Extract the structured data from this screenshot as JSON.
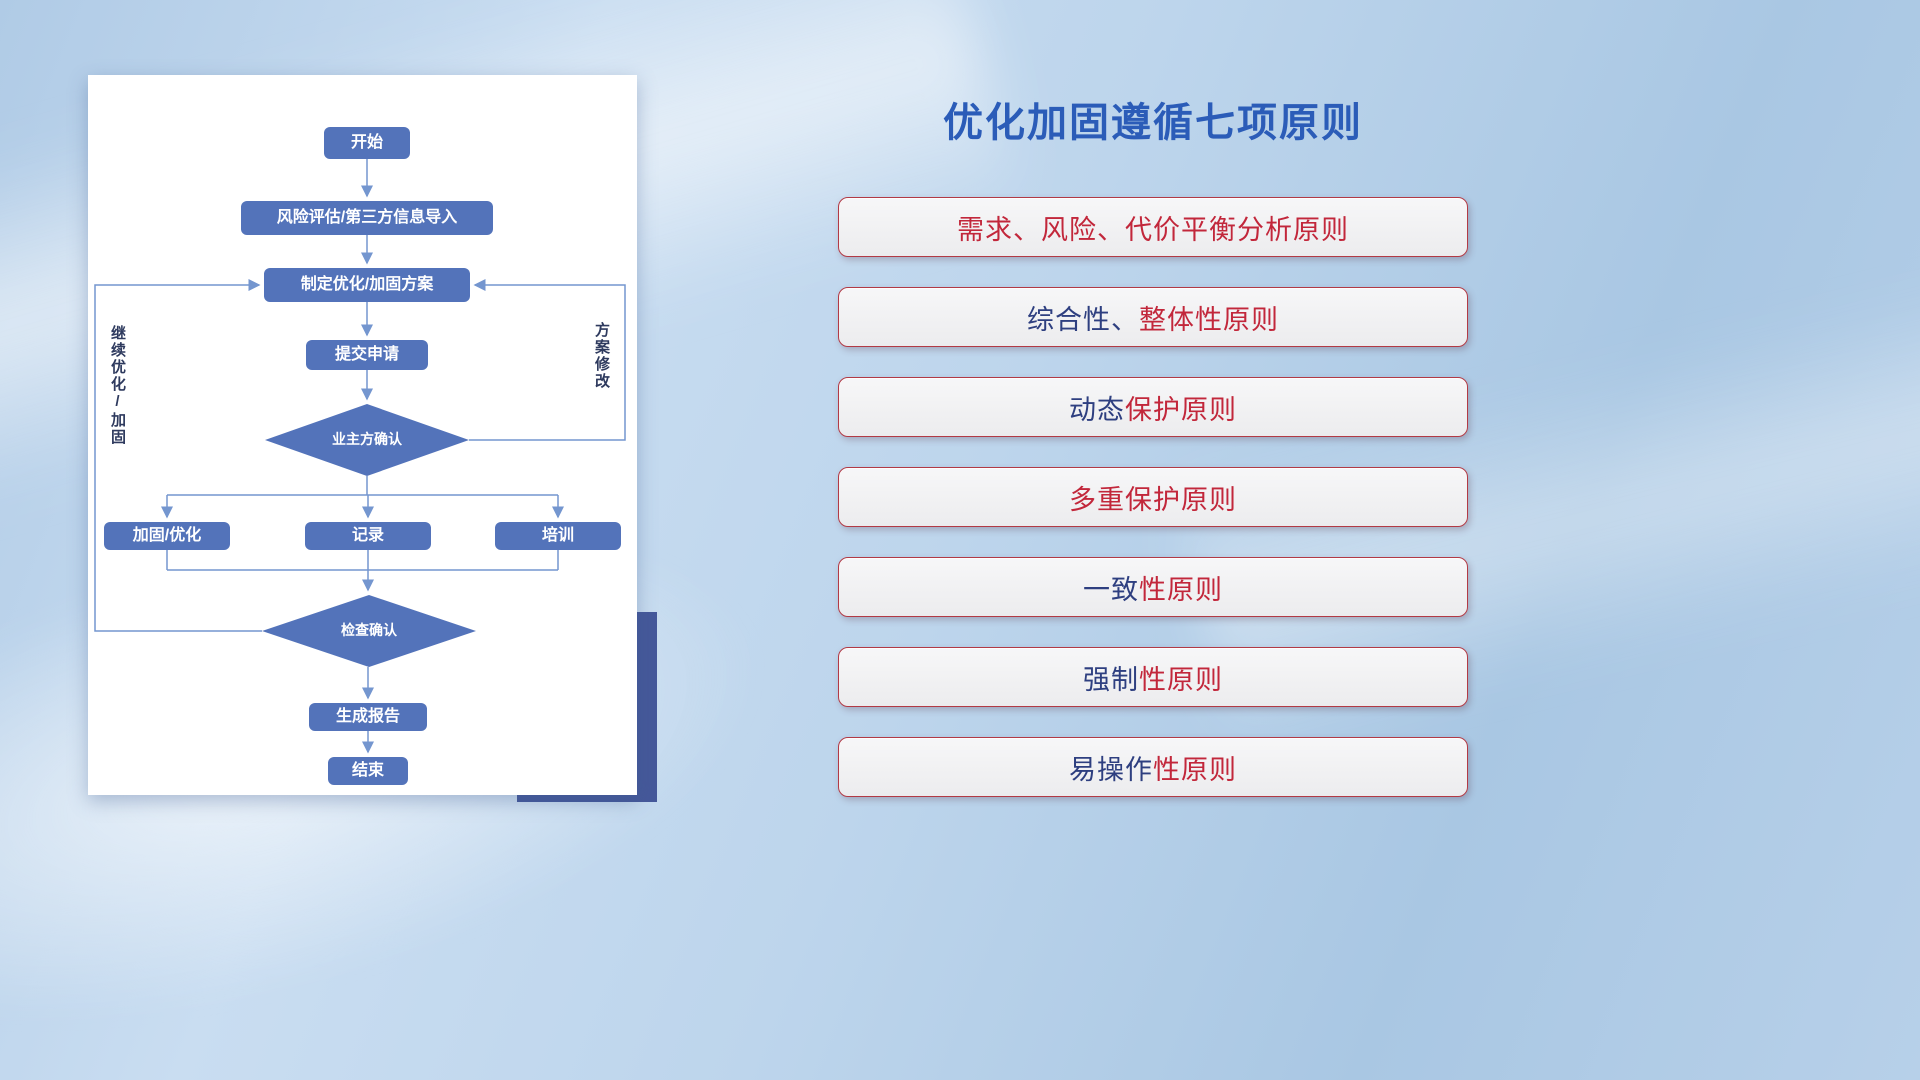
{
  "title": "优化加固遵循七项原则",
  "colors": {
    "title": "#2b5cb8",
    "node_fill": "#5373ba",
    "node_text": "#ffffff",
    "connector": "#7496cf",
    "side_label": "#2e3a5e",
    "principle_border": "#b23a45",
    "backdrop": "#45589a",
    "red": "#c2273b",
    "navy": "#2e3f80"
  },
  "flowchart": {
    "nodes": {
      "start": "开始",
      "risk_import": "风险评估/第三方信息导入",
      "make_plan": "制定优化/加固方案",
      "submit": "提交申请",
      "owner_confirm": "业主方确认",
      "reinforce": "加固/优化",
      "record": "记录",
      "training": "培训",
      "check_confirm": "检查确认",
      "report": "生成报告",
      "end": "结束"
    },
    "labels": {
      "continue_loop": "继续优化/加固",
      "plan_modify": "方案修改"
    }
  },
  "principles": [
    {
      "segments": [
        {
          "text": "需求、风险、代价平衡分析原则",
          "color": "red"
        }
      ]
    },
    {
      "segments": [
        {
          "text": "综合性、",
          "color": "navy"
        },
        {
          "text": "整体性原则",
          "color": "red"
        }
      ]
    },
    {
      "segments": [
        {
          "text": "动态",
          "color": "navy"
        },
        {
          "text": "保护原则",
          "color": "red"
        }
      ]
    },
    {
      "segments": [
        {
          "text": "多重保护原则",
          "color": "red"
        }
      ]
    },
    {
      "segments": [
        {
          "text": "一致",
          "color": "navy"
        },
        {
          "text": "性原则",
          "color": "red"
        }
      ]
    },
    {
      "segments": [
        {
          "text": "强制",
          "color": "navy"
        },
        {
          "text": "性原则",
          "color": "red"
        }
      ]
    },
    {
      "segments": [
        {
          "text": "易操作",
          "color": "navy"
        },
        {
          "text": "性原则",
          "color": "red"
        }
      ]
    }
  ]
}
